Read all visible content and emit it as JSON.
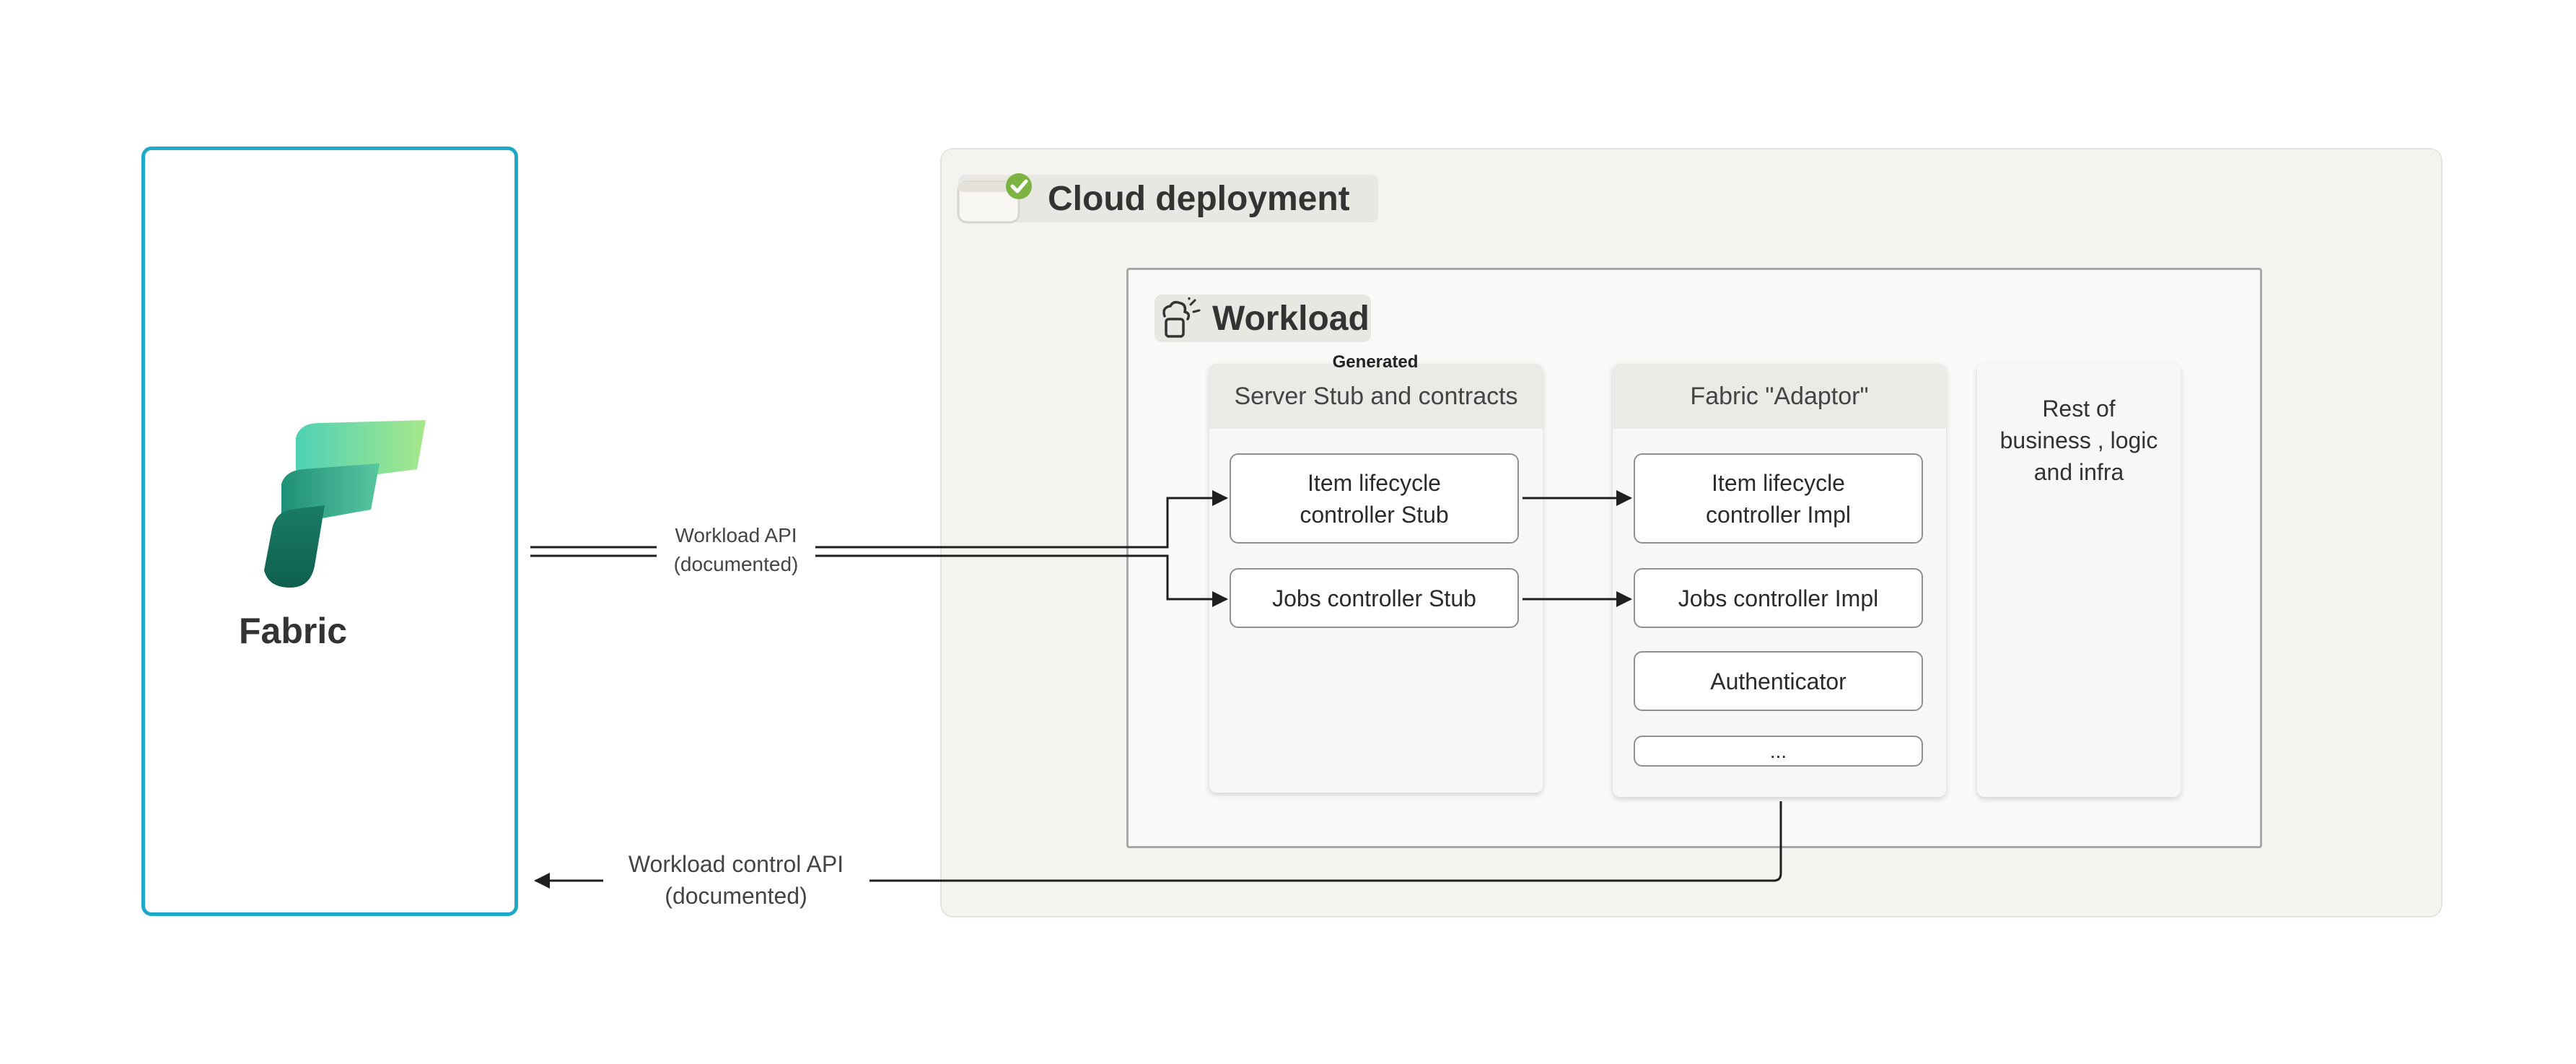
{
  "colors": {
    "fabric_border": "#1fa9c8",
    "cloud_background": "#f4f3f0",
    "connector": "#1f1f1f",
    "check_badge": "#7cb342"
  },
  "fabric": {
    "label": "Fabric",
    "logo_icon": "fabric-logo-icon"
  },
  "cloud": {
    "title": "Cloud deployment",
    "icon": "cloud-deployment-check-icon"
  },
  "workload": {
    "title": "Workload",
    "icon": "workload-icon"
  },
  "columns": {
    "stub": {
      "badge": "Generated",
      "header": "Server Stub and contracts",
      "items": [
        "Item lifecycle controller Stub",
        "Jobs controller Stub"
      ]
    },
    "adaptor": {
      "header": "Fabric \"Adaptor\"",
      "items": [
        "Item lifecycle controller Impl",
        "Jobs controller Impl",
        "Authenticator",
        "..."
      ]
    },
    "rest": {
      "text": "Rest of business , logic and infra"
    }
  },
  "apis": {
    "workload_api": "Workload API (documented)",
    "control_api": "Workload control API (documented)"
  }
}
